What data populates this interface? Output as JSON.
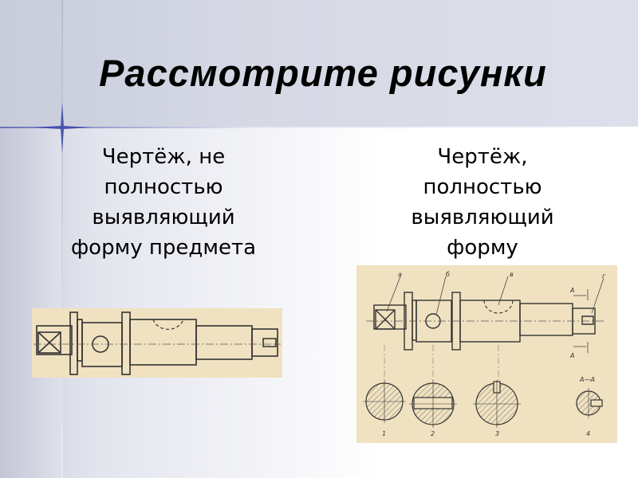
{
  "slide": {
    "title": "Рассмотрите рисунки",
    "left_caption": {
      "lines": [
        "Чертёж, не",
        "полностью",
        "выявляющий",
        "форму предмета"
      ]
    },
    "right_caption": {
      "lines": [
        "Чертёж,",
        "полностью",
        "выявляющий",
        "форму"
      ]
    },
    "right_drawing": {
      "callouts": [
        "а",
        "б",
        "в",
        "г"
      ],
      "section_marks": [
        "А",
        "А"
      ],
      "section_title": "А—А",
      "section_numbers": [
        "1",
        "2",
        "3",
        "4"
      ]
    }
  },
  "colors": {
    "paper": "#f0e1c0",
    "ink": "#3a3a3a",
    "accent_line": "#6a6fb8"
  }
}
